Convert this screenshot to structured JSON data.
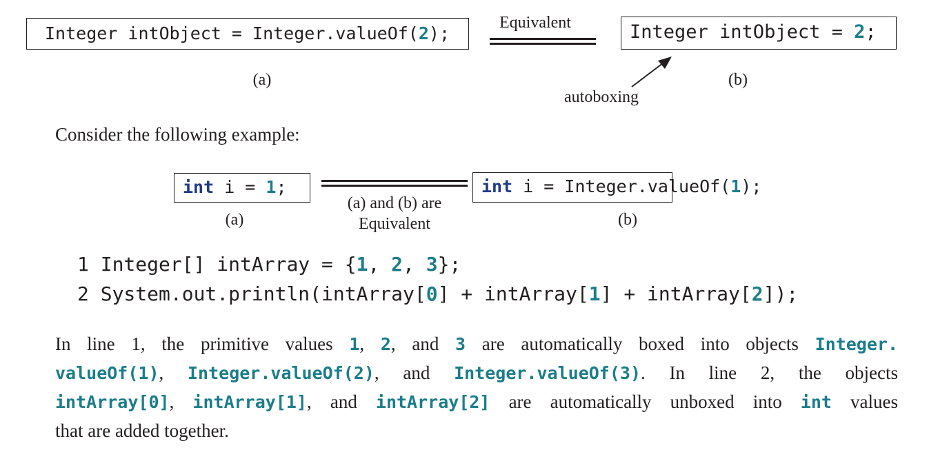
{
  "top": {
    "box_a": {
      "prefix": "Integer intObject = Integer.valueOf(",
      "num": "2",
      "suffix": ");"
    },
    "equivalent_label": "Equivalent",
    "box_b": {
      "prefix": "Integer intObject = ",
      "num": "2",
      "suffix": ";"
    },
    "caption_a": "(a)",
    "caption_b": "(b)",
    "autoboxing_label": "autoboxing"
  },
  "intro": "Consider the following example:",
  "middle": {
    "box_a": {
      "kw": "int",
      "rest": " i = ",
      "num": "1",
      "suffix": ";"
    },
    "box_b": {
      "kw": "int",
      "rest": " i = Integer.valueOf(",
      "num": "1",
      "suffix": ");"
    },
    "equiv_line1": "(a) and (b) are",
    "equiv_line2": "Equivalent",
    "caption_a": "(a)",
    "caption_b": "(b)"
  },
  "code_lines": [
    {
      "num": "1",
      "parts": [
        "Integer[] intArray = {",
        "1",
        ", ",
        "2",
        ", ",
        "3",
        "};"
      ]
    },
    {
      "num": "2",
      "parts": [
        "System.out.println(intArray[",
        "0",
        "] + intArray[",
        "1",
        "] + intArray[",
        "2",
        "]);"
      ]
    }
  ],
  "paragraph": {
    "t1": "In line 1, the primitive values ",
    "c1": "1",
    "t2": ", ",
    "c2": "2",
    "t3": ", and ",
    "c3": "3",
    "t4": " are automatically boxed into objects ",
    "c4a": "Integer.",
    "c4b": "valueOf(1)",
    "t5": ", ",
    "c5": "Integer.valueOf(2)",
    "t6": ", and ",
    "c6": "Integer.valueOf(3)",
    "t7": ". In line 2, the objects",
    "c7": "intArray[0]",
    "t8": ", ",
    "c8": "intArray[1]",
    "t9": ", and ",
    "c9": "intArray[2]",
    "t10": " are automatically unboxed into ",
    "c10": "int",
    "t11": " values",
    "t12": "that are added together."
  }
}
